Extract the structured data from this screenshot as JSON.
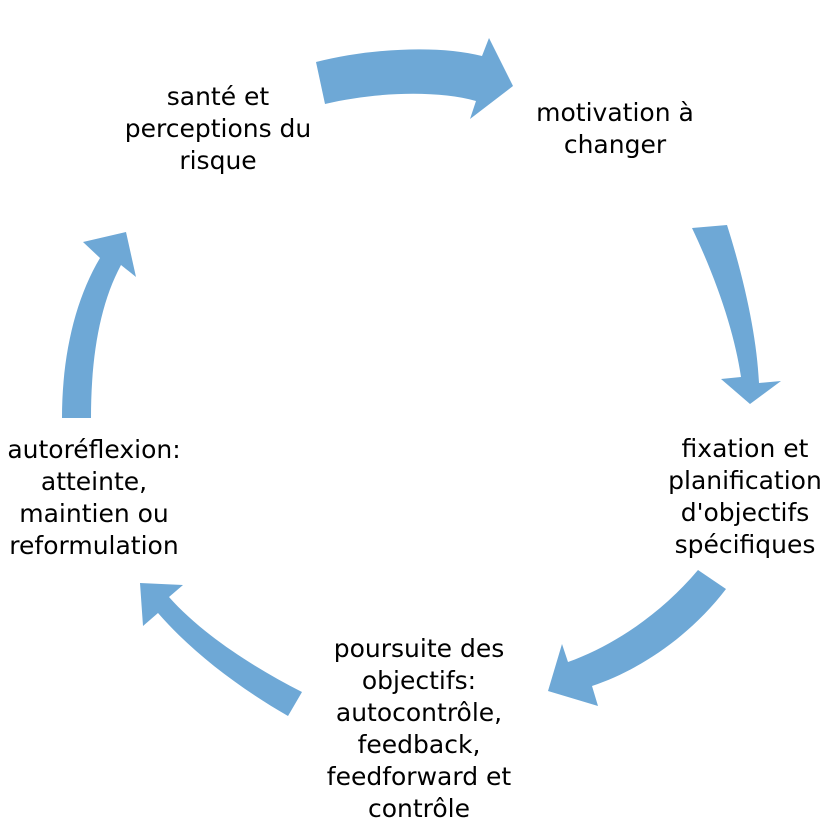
{
  "diagram": {
    "type": "cycle",
    "title": "",
    "language": "fr",
    "background_color": "#ffffff",
    "arrow_color": "#6ea8d6",
    "text_color": "#000000",
    "direction": "clockwise",
    "stage_count": 5,
    "arrow_count": 6,
    "nodes": [
      {
        "id": "sante",
        "order": 1,
        "position": "top-left",
        "label": "santé et\nperceptions du\nrisque",
        "lines": [
          "santé et",
          "perceptions du",
          "risque"
        ]
      },
      {
        "id": "motivation",
        "order": 2,
        "position": "top-right",
        "label": "motivation à\nchanger",
        "lines": [
          "motivation à",
          "changer"
        ]
      },
      {
        "id": "fixation",
        "order": 3,
        "position": "right",
        "label": "fixation et\nplanification\nd'objectifs\nspécifiques",
        "lines": [
          "fixation et",
          "planification",
          "d'objectifs",
          "spécifiques"
        ]
      },
      {
        "id": "poursuite",
        "order": 4,
        "position": "bottom",
        "label": "poursuite des\nobjectifs:\nautocontrôle,\nfeedback,\nfeedforward et\ncontrôle",
        "lines": [
          "poursuite des",
          "objectifs:",
          "autocontrôle,",
          "feedback,",
          "feedforward et",
          "contrôle"
        ]
      },
      {
        "id": "autoreflexion",
        "order": 5,
        "position": "left",
        "label": "autoréflexion:\natteinte,\nmaintien ou\nreformulation",
        "lines": [
          "autoréflexion:",
          "atteinte,",
          "maintien ou",
          "reformulation"
        ]
      }
    ],
    "arrows": [
      {
        "id": "arrow-top",
        "from": "sante",
        "to": "motivation",
        "orientation": "curving-right-across-top"
      },
      {
        "id": "arrow-right",
        "from": "motivation",
        "to": "fixation",
        "orientation": "curving-down-right-side"
      },
      {
        "id": "arrow-bottom-right",
        "from": "fixation",
        "to": "poursuite",
        "orientation": "curving-down-left"
      },
      {
        "id": "arrow-bottom-left",
        "from": "poursuite",
        "to": "autoreflexion",
        "orientation": "curving-up-left"
      },
      {
        "id": "arrow-left",
        "from": "autoreflexion",
        "to": "sante",
        "orientation": "curving-up-left-side"
      }
    ]
  }
}
